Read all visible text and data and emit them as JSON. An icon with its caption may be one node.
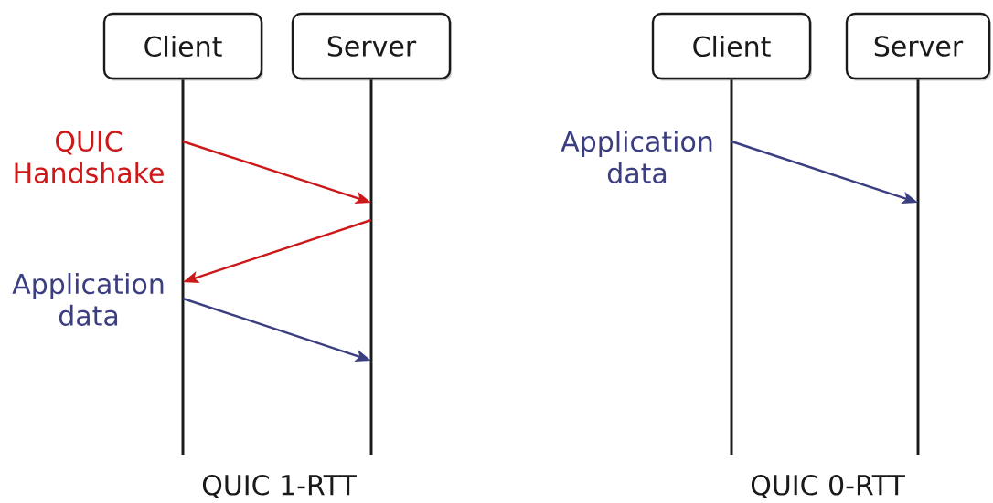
{
  "diagram": {
    "nodes": [
      {
        "text": [
          "Client"
        ]
      },
      {
        "text": [
          "Server"
        ]
      },
      {
        "text": [
          "Client"
        ]
      },
      {
        "text": [
          "Server"
        ]
      }
    ],
    "edges": [
      {
        "from": 0,
        "to": 1,
        "arrow": "to",
        "label": "QUIC Handshake",
        "color": "#cc1818"
      },
      {
        "from": 1,
        "to": 0,
        "arrow": "to",
        "color": "#cc1818"
      },
      {
        "from": 0,
        "to": 1,
        "arrow": "to",
        "label": "Application data",
        "color": "#3b3e80"
      },
      {
        "from": 2,
        "to": 3,
        "arrow": "to",
        "label": "Application data",
        "color": "#3b3e80"
      }
    ],
    "labels": [
      "QUIC 1-RTT",
      "QUIC 0-RTT"
    ]
  }
}
